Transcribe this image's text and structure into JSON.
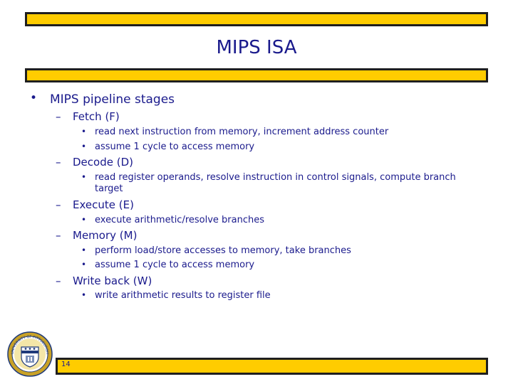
{
  "slide": {
    "title": "MIPS ISA",
    "slide_number": "14"
  },
  "content": {
    "heading": "MIPS pipeline stages",
    "stages": [
      {
        "label": "Fetch (F)",
        "bullets": [
          "read next instruction from memory, increment address counter",
          "assume 1 cycle to access memory"
        ]
      },
      {
        "label": "Decode (D)",
        "bullets": [
          "read register operands, resolve instruction in control signals, compute branch target"
        ]
      },
      {
        "label": "Execute (E)",
        "bullets": [
          "execute arithmetic/resolve branches"
        ]
      },
      {
        "label": "Memory (M)",
        "bullets": [
          "perform load/store accesses to memory, take branches",
          "assume 1 cycle to access memory"
        ]
      },
      {
        "label": "Write back (W)",
        "bullets": [
          "write arithmetic results to register file"
        ]
      }
    ]
  },
  "seal": {
    "ring_text": "UNIVERSITY OF PITTSBURGH",
    "icon": "university-seal-icon"
  },
  "colors": {
    "accent_bar": "#ffcc00",
    "text": "#1a1a8c",
    "bar_border": "#1f1f1f"
  }
}
